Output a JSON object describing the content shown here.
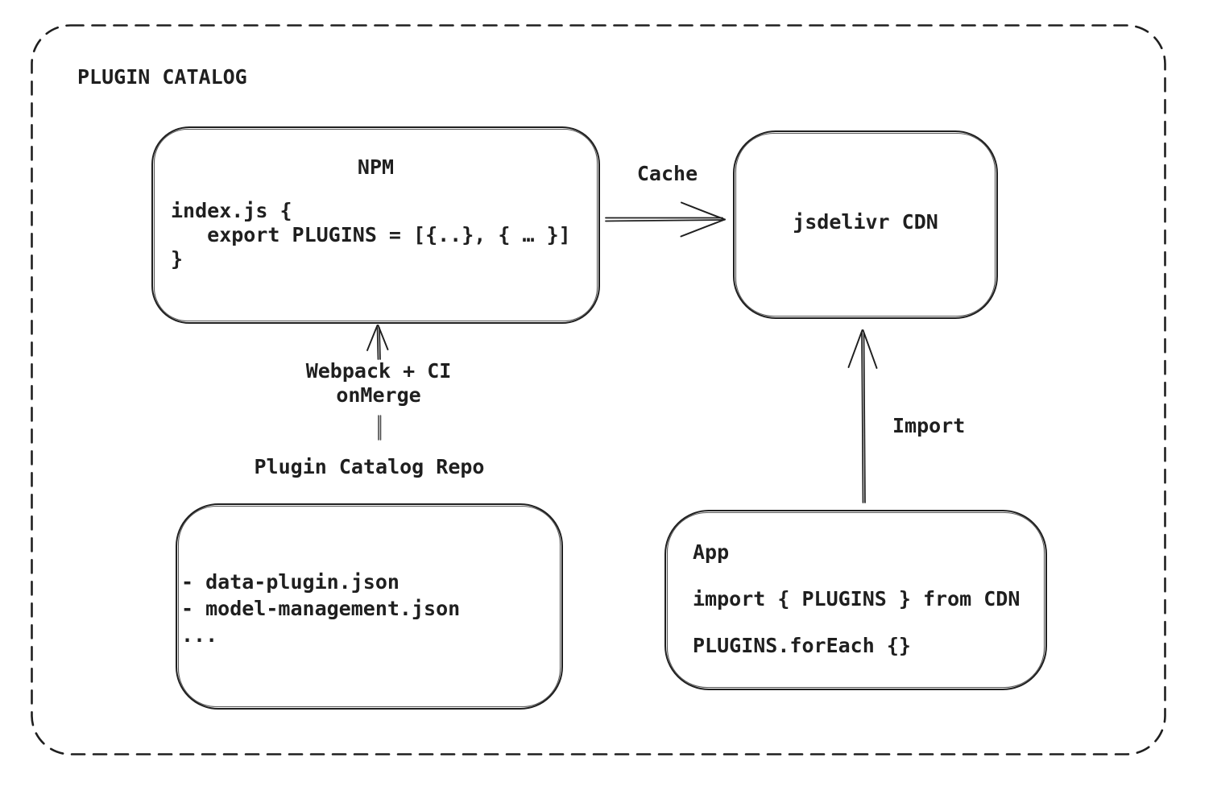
{
  "title": "PLUGIN CATALOG",
  "colors": {
    "stroke": "#1f1f1f",
    "background": "#ffffff",
    "connector": "#4a4a4a"
  },
  "nodes": {
    "npm": {
      "title": "NPM",
      "code": [
        "index.js {",
        "   export PLUGINS = [{..}, { … }]",
        "}"
      ]
    },
    "cdn": {
      "label": "jsdelivr CDN"
    },
    "repo": {
      "label": "Plugin Catalog Repo",
      "files": [
        "- data-plugin.json",
        "- model-management.json",
        "..."
      ]
    },
    "app": {
      "lines": [
        "App",
        "",
        "import { PLUGINS } from CDN",
        "",
        "PLUGINS.forEach {}"
      ]
    }
  },
  "edges": {
    "cache": {
      "label": "Cache"
    },
    "build": {
      "label_lines": [
        "Webpack + CI",
        "onMerge"
      ]
    },
    "import": {
      "label": "Import"
    }
  }
}
